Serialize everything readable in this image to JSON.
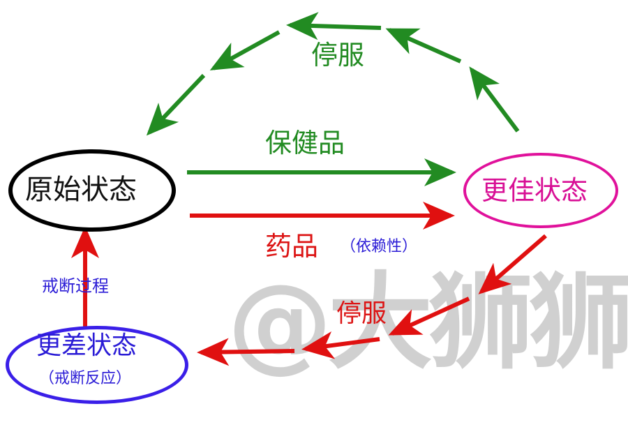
{
  "nodes": {
    "original": {
      "label": "原始状态",
      "color": "#000000"
    },
    "better": {
      "label": "更佳状态",
      "color": "#e0119b"
    },
    "worse": {
      "label": "更差状态",
      "sublabel": "（戒断反应）",
      "color": "#3a1fe8"
    }
  },
  "edges": {
    "stop_top": {
      "label": "停服",
      "color": "#228b22"
    },
    "supplement": {
      "label": "保健品",
      "color": "#228b22"
    },
    "medicine": {
      "label": "药品",
      "sublabel": "（依赖性）",
      "color": "#dc1414"
    },
    "withdrawal": {
      "label": "戒断过程",
      "color": "#2a1bd6"
    },
    "stop_bottom": {
      "label": "停服",
      "color": "#dc1414"
    }
  },
  "watermark": {
    "text": "@大狮狮"
  }
}
